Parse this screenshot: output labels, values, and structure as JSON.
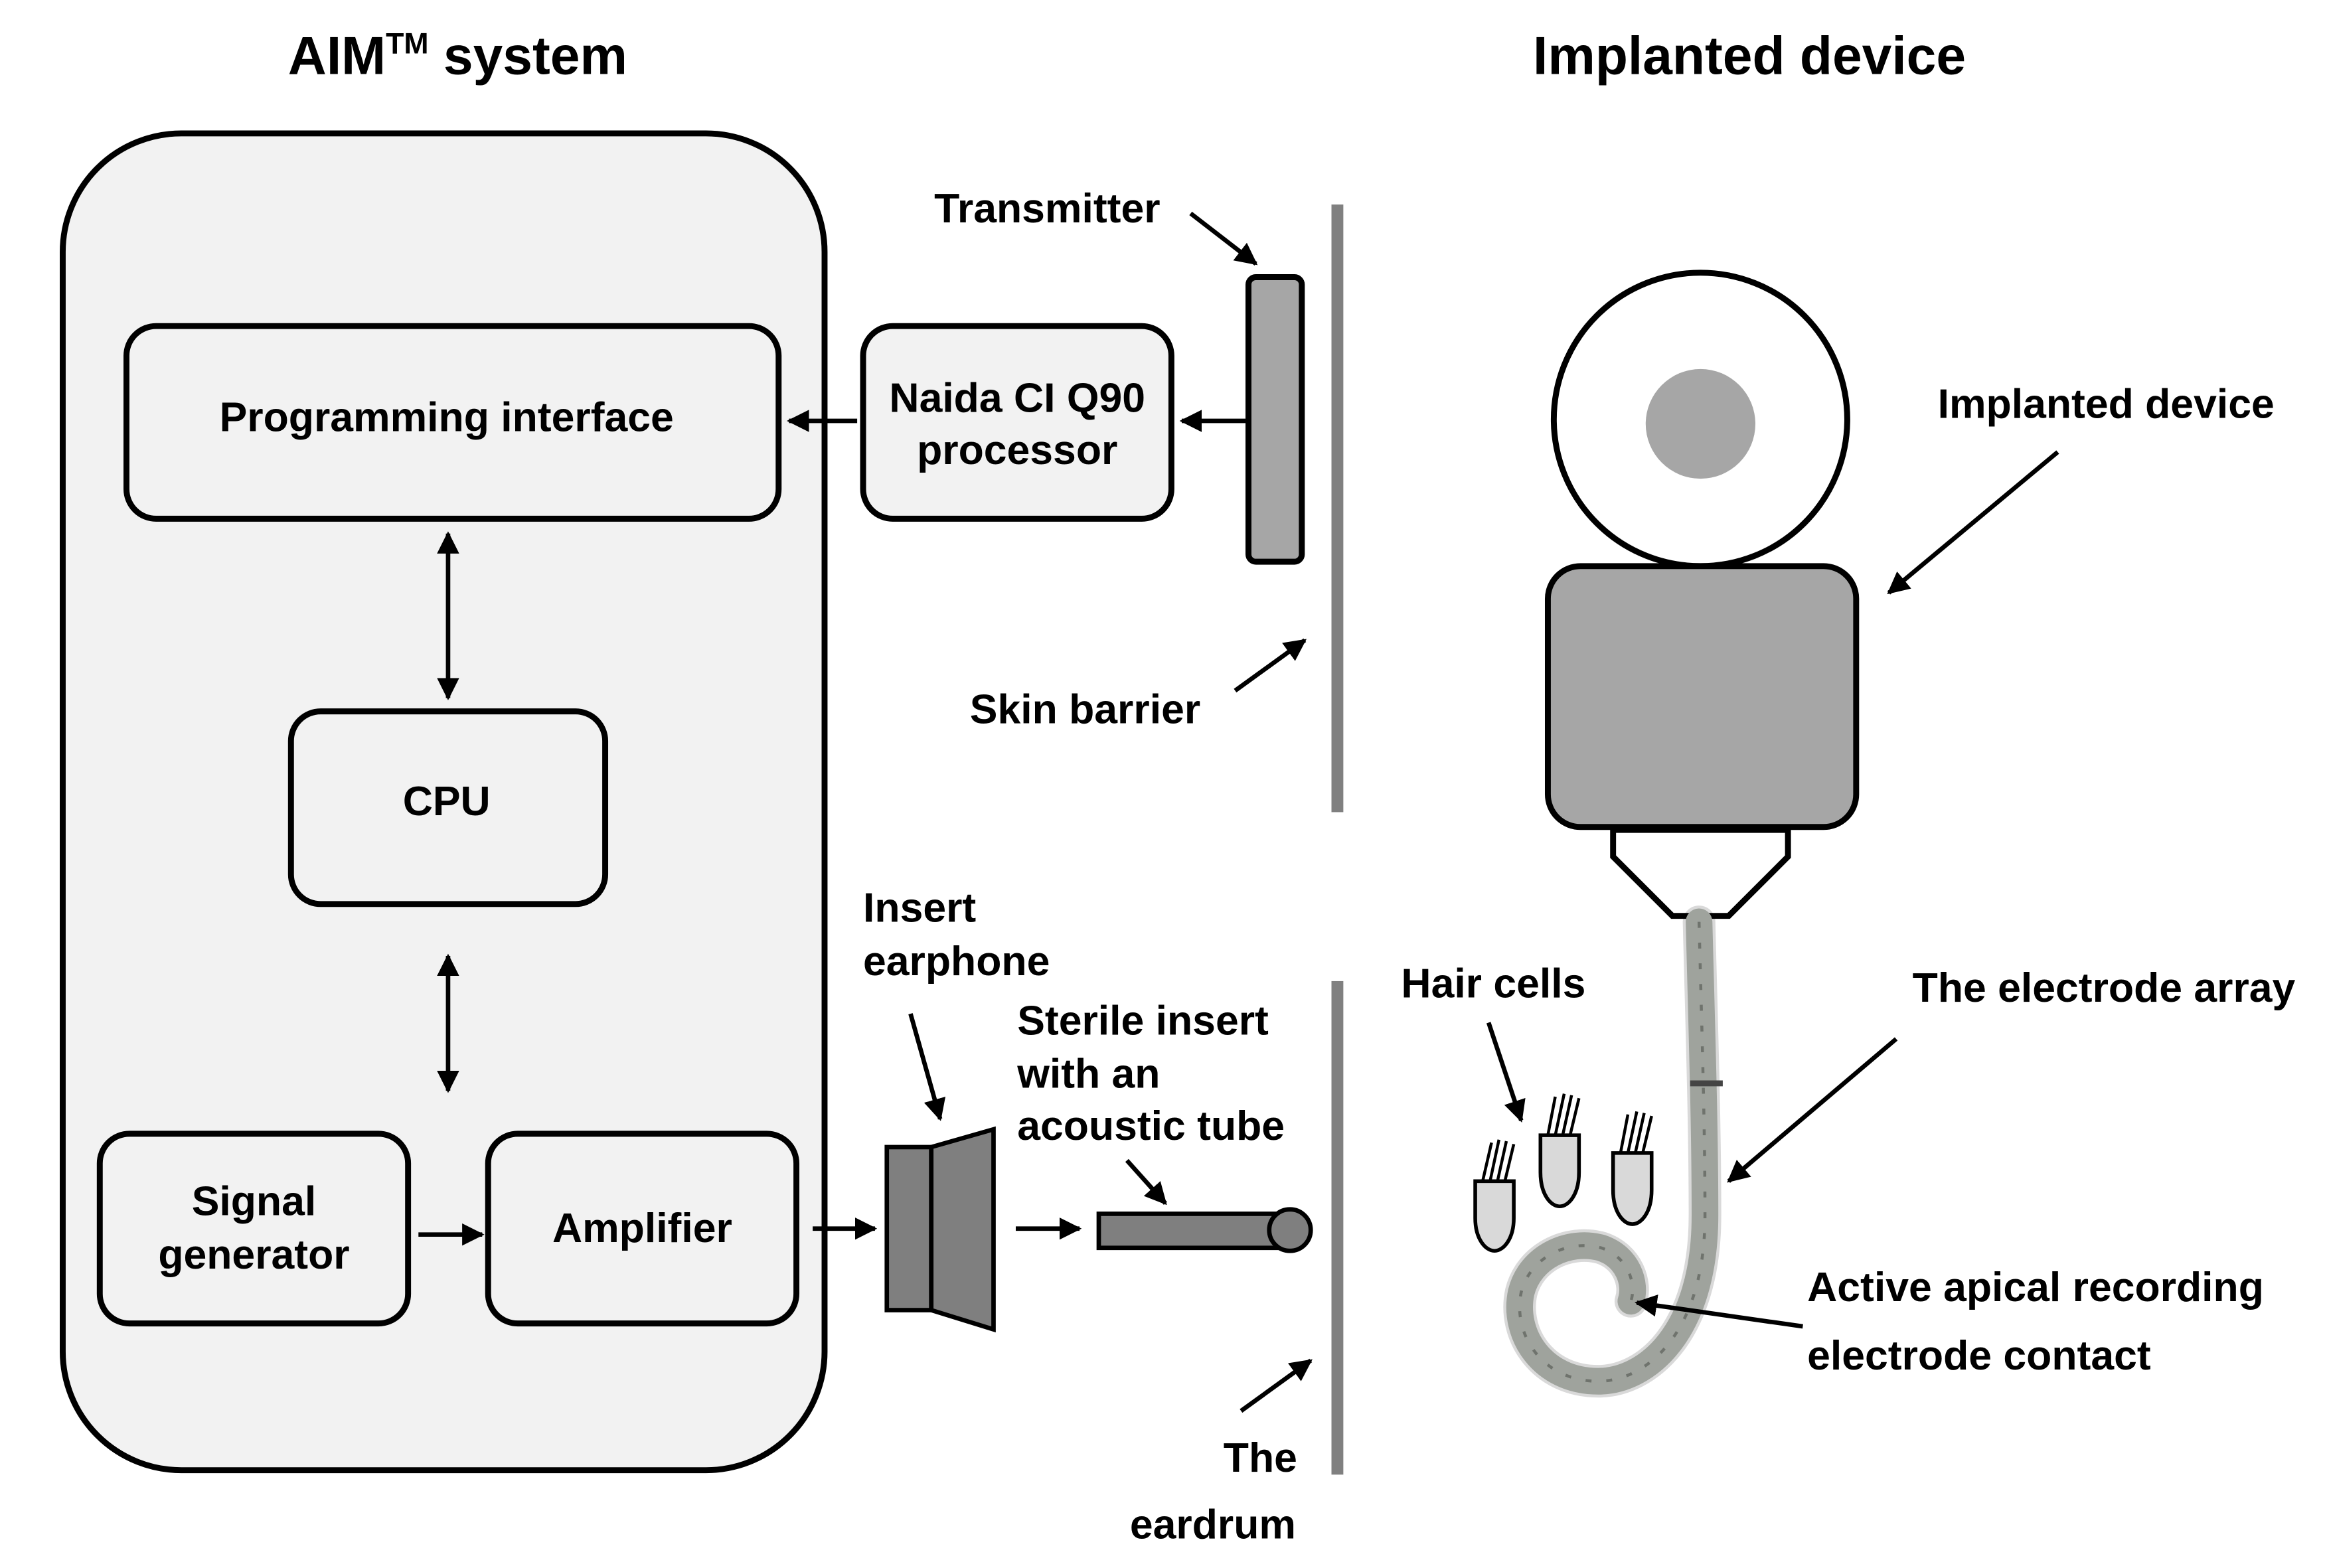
{
  "headings": {
    "aim_base": "AIM",
    "aim_tm": "TM",
    "aim_suffix": " system",
    "implanted": "Implanted device"
  },
  "blocks": {
    "programming_interface": "Programming interface",
    "cpu": "CPU",
    "signal_generator_line1": "Signal",
    "signal_generator_line2": "generator",
    "amplifier": "Amplifier",
    "processor_line1": "Naida CI Q90",
    "processor_line2": "processor"
  },
  "labels": {
    "transmitter": "Transmitter",
    "skin_barrier": "Skin barrier",
    "insert_earphone_line1": "Insert",
    "insert_earphone_line2": "earphone",
    "sterile_line1": "Sterile insert",
    "sterile_line2": "with an",
    "sterile_line3": "acoustic tube",
    "eardrum_line1": "The",
    "eardrum_line2": "eardrum",
    "implanted_device": "Implanted device",
    "electrode_array": "The electrode array",
    "hair_cells": "Hair cells",
    "apical_line1": "Active apical recording",
    "apical_line2": "electrode contact"
  },
  "colors": {
    "panel_fill": "#f2f2f2",
    "dark_gray": "#7f7f7f",
    "mid_gray": "#a6a6a6",
    "light_gray": "#d9d9d9",
    "electrode_gray": "#9fa39d",
    "barrier_gray": "#808080"
  }
}
